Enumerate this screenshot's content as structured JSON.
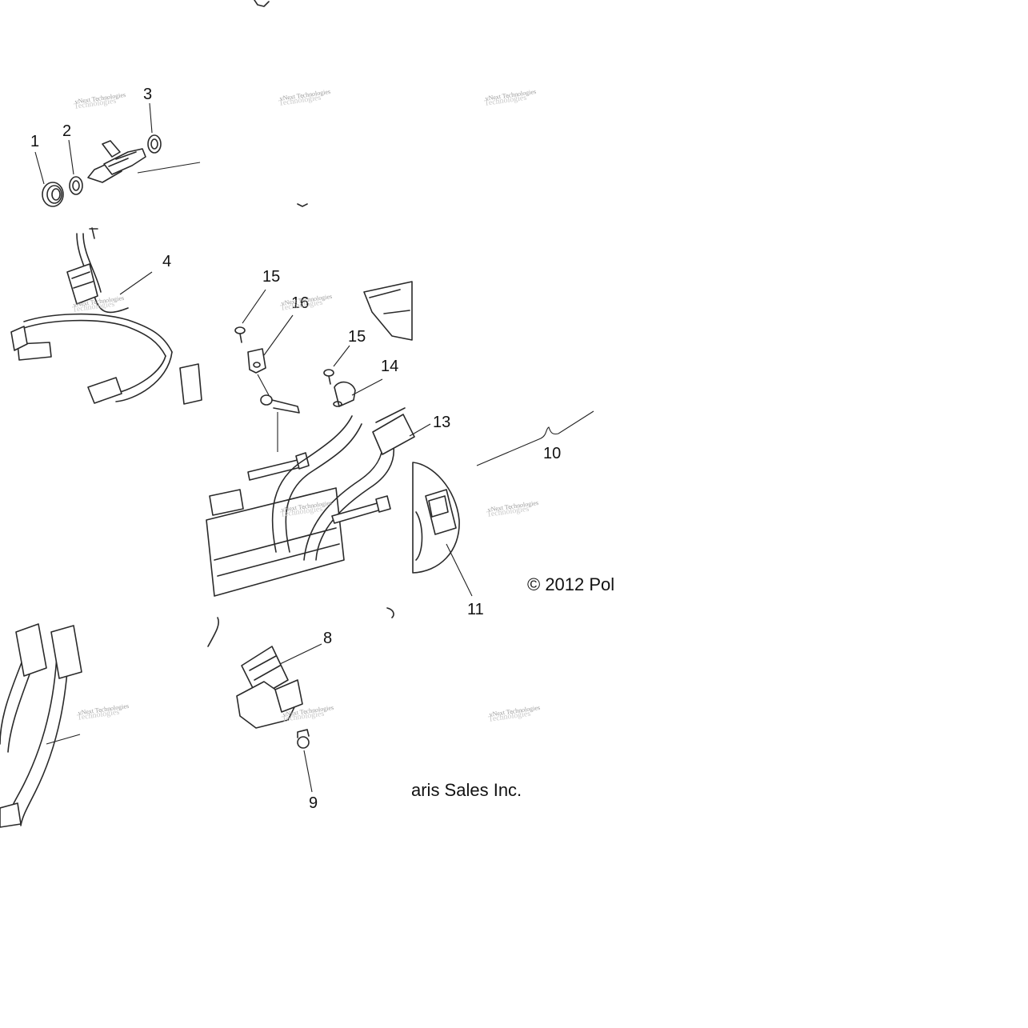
{
  "callouts": {
    "c1": "1",
    "c2": "2",
    "c3": "3",
    "c4": "4",
    "c8": "8",
    "c9": "9",
    "c10": "10",
    "c11": "11",
    "c13": "13",
    "c14": "14",
    "c15a": "15",
    "c15b": "15",
    "c16": "16"
  },
  "copyright": {
    "part_a": "© 2012 Pol",
    "part_b": "aris Sales Inc."
  },
  "watermark": {
    "line1": "vNext Technologies",
    "line2": "Technologies"
  }
}
